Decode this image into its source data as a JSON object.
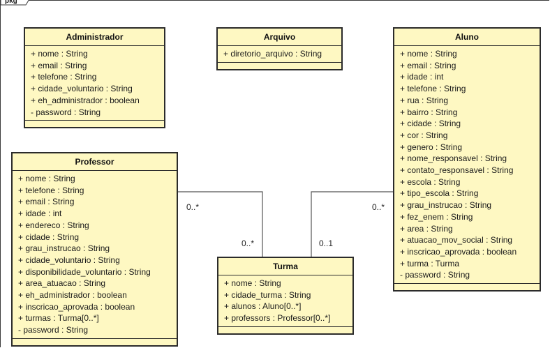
{
  "package": {
    "label": "pkg"
  },
  "classes": {
    "administrador": {
      "name": "Administrador",
      "attributes": [
        "+ nome : String",
        "+ email : String",
        "+ telefone : String",
        "+ cidade_voluntario : String",
        "+ eh_administrador : boolean",
        "- password : String"
      ]
    },
    "arquivo": {
      "name": "Arquivo",
      "attributes": [
        "+ diretorio_arquivo : String"
      ]
    },
    "aluno": {
      "name": "Aluno",
      "attributes": [
        "+ nome : String",
        "+ email : String",
        "+ idade : int",
        "+ telefone : String",
        "+ rua : String",
        "+ bairro : String",
        "+ cidade : String",
        "+ cor : String",
        "+ genero : String",
        "+ nome_responsavel : String",
        "+ contato_responsavel : String",
        "+ escola : String",
        "+ tipo_escola : String",
        "+ grau_instrucao : String",
        "+ fez_enem : String",
        "+ area : String",
        "+ atuacao_mov_social : String",
        "+ inscricao_aprovada : boolean",
        "+ turma : Turma",
        "- password : String"
      ]
    },
    "professor": {
      "name": "Professor",
      "attributes": [
        "+ nome : String",
        "+ telefone : String",
        "+ email : String",
        "+ idade : int",
        "+ endereco : String",
        "+ cidade : String",
        "+ grau_instrucao : String",
        "+ cidade_voluntario : String",
        "+ disponibilidade_voluntario : String",
        "+ area_atuacao : String",
        "+ eh_administrador : boolean",
        "+ inscricao_aprovada : boolean",
        "+ turmas : Turma[0..*]",
        "- password : String"
      ]
    },
    "turma": {
      "name": "Turma",
      "attributes": [
        "+ nome : String",
        "+ cidade_turma : String",
        "+ alunos : Aluno[0..*]",
        "+ professors : Professor[0..*]"
      ]
    }
  },
  "associations": {
    "professor_turma": {
      "professor_end": "0..*",
      "turma_end": "0..*"
    },
    "aluno_turma": {
      "aluno_end": "0..*",
      "turma_end": "0..1"
    }
  },
  "colors": {
    "class_fill": "#fef8c2",
    "class_border": "#2b2b2b",
    "line": "#555555"
  }
}
